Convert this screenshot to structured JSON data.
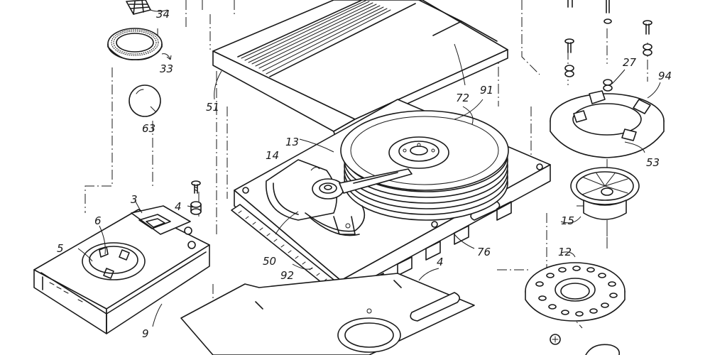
{
  "diagram": {
    "refs": {
      "r34": "34",
      "r33": "33",
      "r63": "63",
      "r3": "3",
      "r6": "6",
      "r5": "5",
      "r4a": "4",
      "r9": "9",
      "r51": "51",
      "r72": "72",
      "r91": "91",
      "r13": "13",
      "r14": "14",
      "r50": "50",
      "r92": "92",
      "r4b": "4",
      "r76": "76",
      "r27": "27",
      "r94": "94",
      "r53": "53",
      "r15": "15",
      "r12": "12"
    }
  }
}
